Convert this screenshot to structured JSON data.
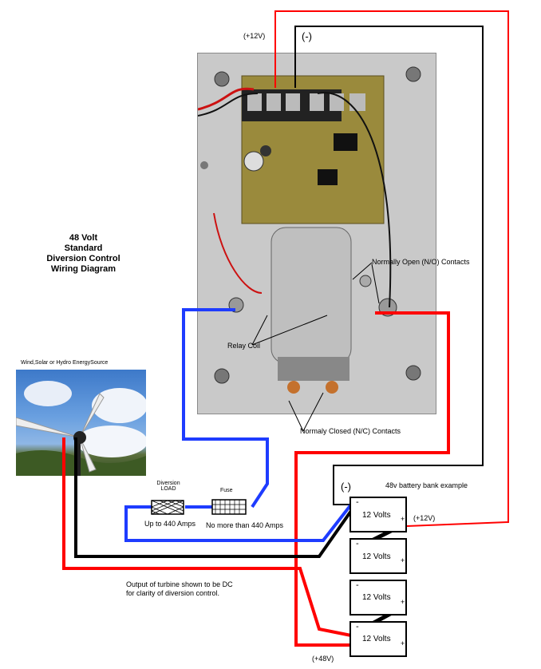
{
  "diagram": {
    "title_lines": [
      "48 Volt",
      "Standard",
      "Diversion Control",
      "Wiring Diagram"
    ],
    "label_plus12_top": "(+12V)",
    "label_minus_top": "(-)",
    "label_no_contacts": "Normally Open (N/O) Contacts",
    "label_relay_coil": "Relay Coil",
    "label_nc_contacts": "Normaly Closed (N/C) Contacts",
    "label_energy_source": "Wind,Solar or Hydro EnergySource",
    "label_diversion_load": [
      "Diversion",
      "LOAD"
    ],
    "label_up_to_amps": "Up to 440 Amps",
    "label_fuse": "Fuse",
    "label_no_more_amps": "No more than 440 Amps",
    "label_minus_batt": "(-)",
    "label_battery_bank": "48v battery bank example",
    "label_plus12_batt": "(+12V)",
    "label_plus48": "(+48V)",
    "label_output_note": [
      "Output of turbine shown to be DC",
      "for clarity of diversion control."
    ],
    "batteries": [
      {
        "volts": "12 Volts",
        "minus": "-",
        "plus": "+"
      },
      {
        "volts": "12 Volts",
        "minus": "-",
        "plus": "+"
      },
      {
        "volts": "12 Volts",
        "minus": "-",
        "plus": "+"
      },
      {
        "volts": "12 Volts",
        "minus": "-",
        "plus": "+"
      }
    ]
  },
  "colors": {
    "positive_wire": "#ff0000",
    "negative_wire": "#000000",
    "load_wire": "#1e3cff",
    "panel": "#c9c9c9",
    "circuit_board": "#9a8a3c"
  },
  "icons": [
    "relay-solenoid",
    "circuit-board",
    "wind-turbine",
    "resistor-load",
    "fuse",
    "battery"
  ]
}
